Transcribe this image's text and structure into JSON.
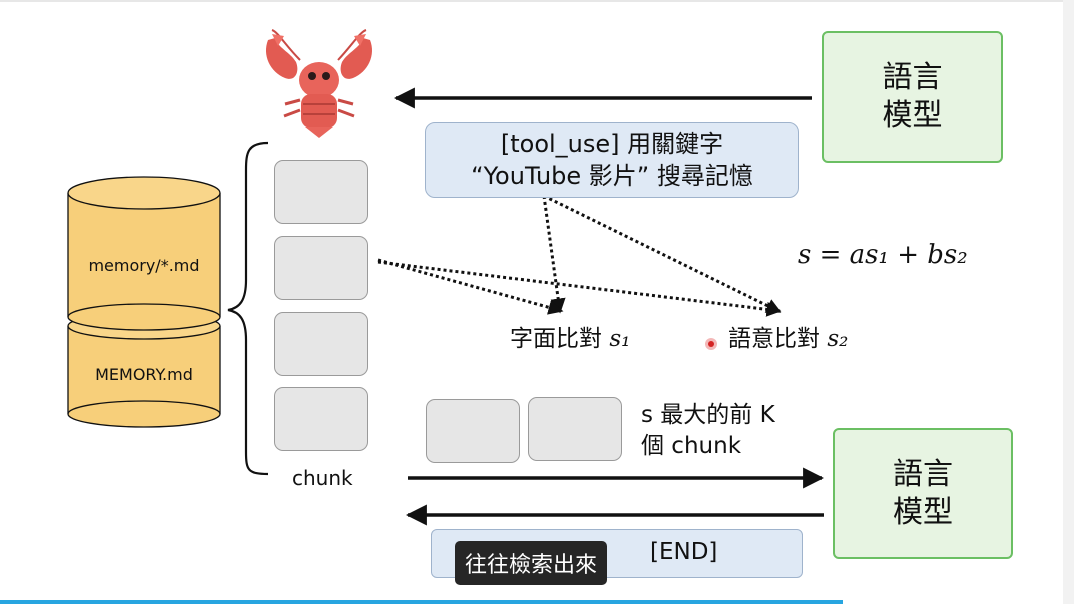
{
  "memory_files": {
    "top": "memory/*.md",
    "bottom": "MEMORY.md"
  },
  "chunk_label": "chunk",
  "language_model": {
    "line1": "語言",
    "line2": "模型"
  },
  "tool_query": {
    "line1": "[tool_use] 用關鍵字",
    "line2": "“YouTube 影片”  搜尋記憶"
  },
  "formula": "s = as₁ + bs₂",
  "lexical_match": {
    "label": "字面比對",
    "symbol": "s₁"
  },
  "semantic_match": {
    "label": "語意比對",
    "symbol": "s₂"
  },
  "top_k": {
    "line1": "s 最大的前 K",
    "line2": "個 chunk"
  },
  "answer_suffix": "[END]",
  "subtitle": "往往檢索出來",
  "colors": {
    "cylinder": "#f7cf7a",
    "lm_border": "#6bbf63",
    "lm_fill": "#e7f4e2",
    "query_fill": "#dfe9f5",
    "progress": "#27a5e0"
  },
  "icons": {
    "agent": "lobster-icon"
  }
}
